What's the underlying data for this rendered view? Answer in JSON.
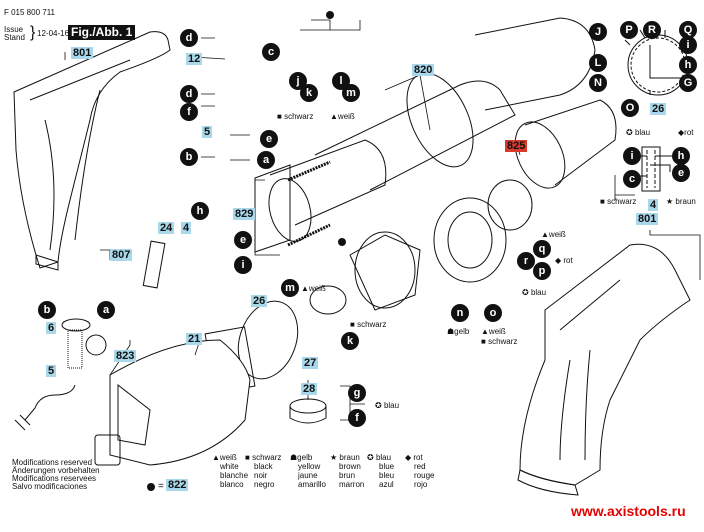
{
  "header": {
    "part_number": "F 015 800 711",
    "issue_label": "Issue",
    "stand_label": "Stand",
    "date": "12-04-16",
    "figure": "Fig./Abb. 1"
  },
  "part_tags": {
    "p801_top": "801",
    "p12": "12",
    "p5_top": "5",
    "p820": "820",
    "p825": "825",
    "p829": "829",
    "p24": "24",
    "p4_left": "4",
    "p807": "807",
    "p6": "6",
    "p5_bottom": "5",
    "p823": "823",
    "p21": "21",
    "p26_left": "26",
    "p27": "27",
    "p28": "28",
    "p26_right": "26",
    "p4_right": "4",
    "p801_right": "801",
    "p822": "822"
  },
  "wire_bubbles": {
    "d1": "d",
    "c1": "c",
    "d2": "d",
    "f1": "f",
    "e1": "e",
    "b1": "b",
    "a1": "a",
    "j1": "j",
    "k1": "k",
    "l1": "l",
    "m1": "m",
    "h1": "h",
    "e2": "e",
    "i1": "i",
    "b2": "b",
    "a2": "a",
    "m2": "m",
    "k2": "k",
    "g1": "g",
    "f2": "f",
    "q1": "q",
    "r1": "r",
    "p1": "p",
    "n1": "n",
    "o1": "o",
    "J": "J",
    "P": "P",
    "R": "R",
    "Q": "Q",
    "i2": "i",
    "L": "L",
    "h2": "h",
    "N": "N",
    "G": "G",
    "O": "O",
    "i3": "i",
    "h3": "h",
    "c2": "c",
    "e3": "e"
  },
  "wire_colors": {
    "schwarz": "schwarz",
    "weiss": "weiß",
    "blau": "blau",
    "rot": "rot",
    "gelb": "gelb",
    "braun": "braun"
  },
  "legend": [
    {
      "symbol": "triangle",
      "de": "weiß",
      "en": "white",
      "fr": "blanche",
      "es": "blanco"
    },
    {
      "symbol": "square",
      "de": "schwarz",
      "en": "black",
      "fr": "noir",
      "es": "negro"
    },
    {
      "symbol": "half-circle",
      "de": "gelb",
      "en": "yellow",
      "fr": "jaune",
      "es": "amarillo"
    },
    {
      "symbol": "star",
      "de": "braun",
      "en": "brown",
      "fr": "brun",
      "es": "marron"
    },
    {
      "symbol": "circled-star",
      "de": "blau",
      "en": "blue",
      "fr": "bleu",
      "es": "azul"
    },
    {
      "symbol": "diamond",
      "de": "rot",
      "en": "red",
      "fr": "rouge",
      "es": "rojo"
    }
  ],
  "footer": {
    "modifications": [
      "Modifications reserved",
      "Änderungen vorbehalten",
      "Modifications reservees",
      "Salvo modificaciones"
    ],
    "dot_equals": "=",
    "website": "www.axistools.ru"
  },
  "colors": {
    "tag_bg": "#a8d8ea",
    "tag_highlight": "#d93a2a",
    "website": "#e60000"
  }
}
